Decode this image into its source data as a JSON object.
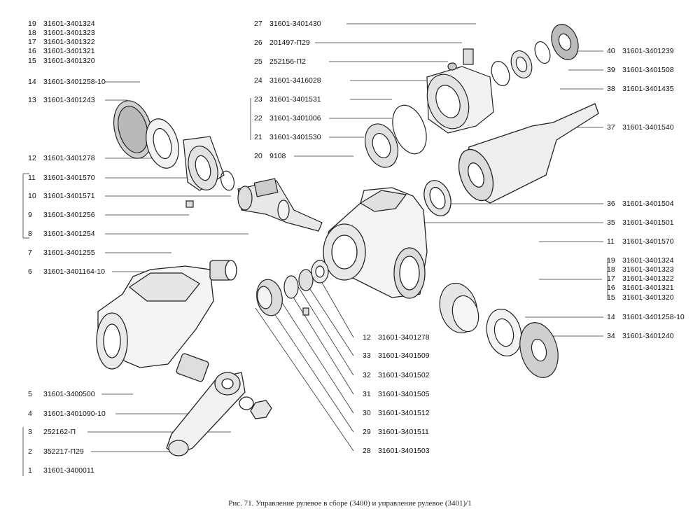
{
  "caption": "Рис. 71. Управление рулевое в сборе (3400) и управление рулевое (3401)/1",
  "left_labels": [
    {
      "num": "19",
      "code": "31601-3401324"
    },
    {
      "num": "18",
      "code": "31601-3401323"
    },
    {
      "num": "17",
      "code": "31601-3401322"
    },
    {
      "num": "16",
      "code": "31601-3401321"
    },
    {
      "num": "15",
      "code": "31601-3401320"
    },
    {
      "num": "14",
      "code": "31601-3401258-10"
    },
    {
      "num": "13",
      "code": "31601-3401243"
    },
    {
      "num": "12",
      "code": "31601-3401278"
    },
    {
      "num": "11",
      "code": "31601-3401570"
    },
    {
      "num": "10",
      "code": "31601-3401571"
    },
    {
      "num": "9",
      "code": "31601-3401256"
    },
    {
      "num": "8",
      "code": "31601-3401254"
    },
    {
      "num": "7",
      "code": "31601-3401255"
    },
    {
      "num": "6",
      "code": "31601-3401164-10"
    },
    {
      "num": "5",
      "code": "31601-3400500"
    },
    {
      "num": "4",
      "code": "31601-3401090-10"
    },
    {
      "num": "3",
      "code": "252162-П"
    },
    {
      "num": "2",
      "code": "352217-П29"
    },
    {
      "num": "1",
      "code": "31601-3400011"
    }
  ],
  "mid_labels": [
    {
      "num": "27",
      "code": "31601-3401430"
    },
    {
      "num": "26",
      "code": "201497-П29"
    },
    {
      "num": "25",
      "code": "252156-П2"
    },
    {
      "num": "24",
      "code": "31601-3416028"
    },
    {
      "num": "23",
      "code": "31601-3401531"
    },
    {
      "num": "22",
      "code": "31601-3401006"
    },
    {
      "num": "21",
      "code": "31601-3401530"
    },
    {
      "num": "20",
      "code": "9108"
    }
  ],
  "right_labels": [
    {
      "num": "40",
      "code": "31601-3401239"
    },
    {
      "num": "39",
      "code": "31601-3401508"
    },
    {
      "num": "38",
      "code": "31601-3401435"
    },
    {
      "num": "37",
      "code": "31601-3401540"
    },
    {
      "num": "36",
      "code": "31601-3401504"
    },
    {
      "num": "35",
      "code": "31601-3401501"
    },
    {
      "num": "11",
      "code": "31601-3401570"
    },
    {
      "num": "19",
      "code": "31601-3401324"
    },
    {
      "num": "18",
      "code": "31601-3401323"
    },
    {
      "num": "17",
      "code": "31601-3401322"
    },
    {
      "num": "16",
      "code": "31601-3401321"
    },
    {
      "num": "15",
      "code": "31601-3401320"
    },
    {
      "num": "14",
      "code": "31601-3401258-10"
    },
    {
      "num": "34",
      "code": "31601-3401240"
    }
  ],
  "bottom_labels": [
    {
      "num": "12",
      "code": "31601-3401278"
    },
    {
      "num": "33",
      "code": "31601-3401509"
    },
    {
      "num": "32",
      "code": "31601-3401502"
    },
    {
      "num": "31",
      "code": "31601-3401505"
    },
    {
      "num": "30",
      "code": "31601-3401512"
    },
    {
      "num": "29",
      "code": "31601-3401511"
    },
    {
      "num": "28",
      "code": "31601-3401503"
    }
  ]
}
